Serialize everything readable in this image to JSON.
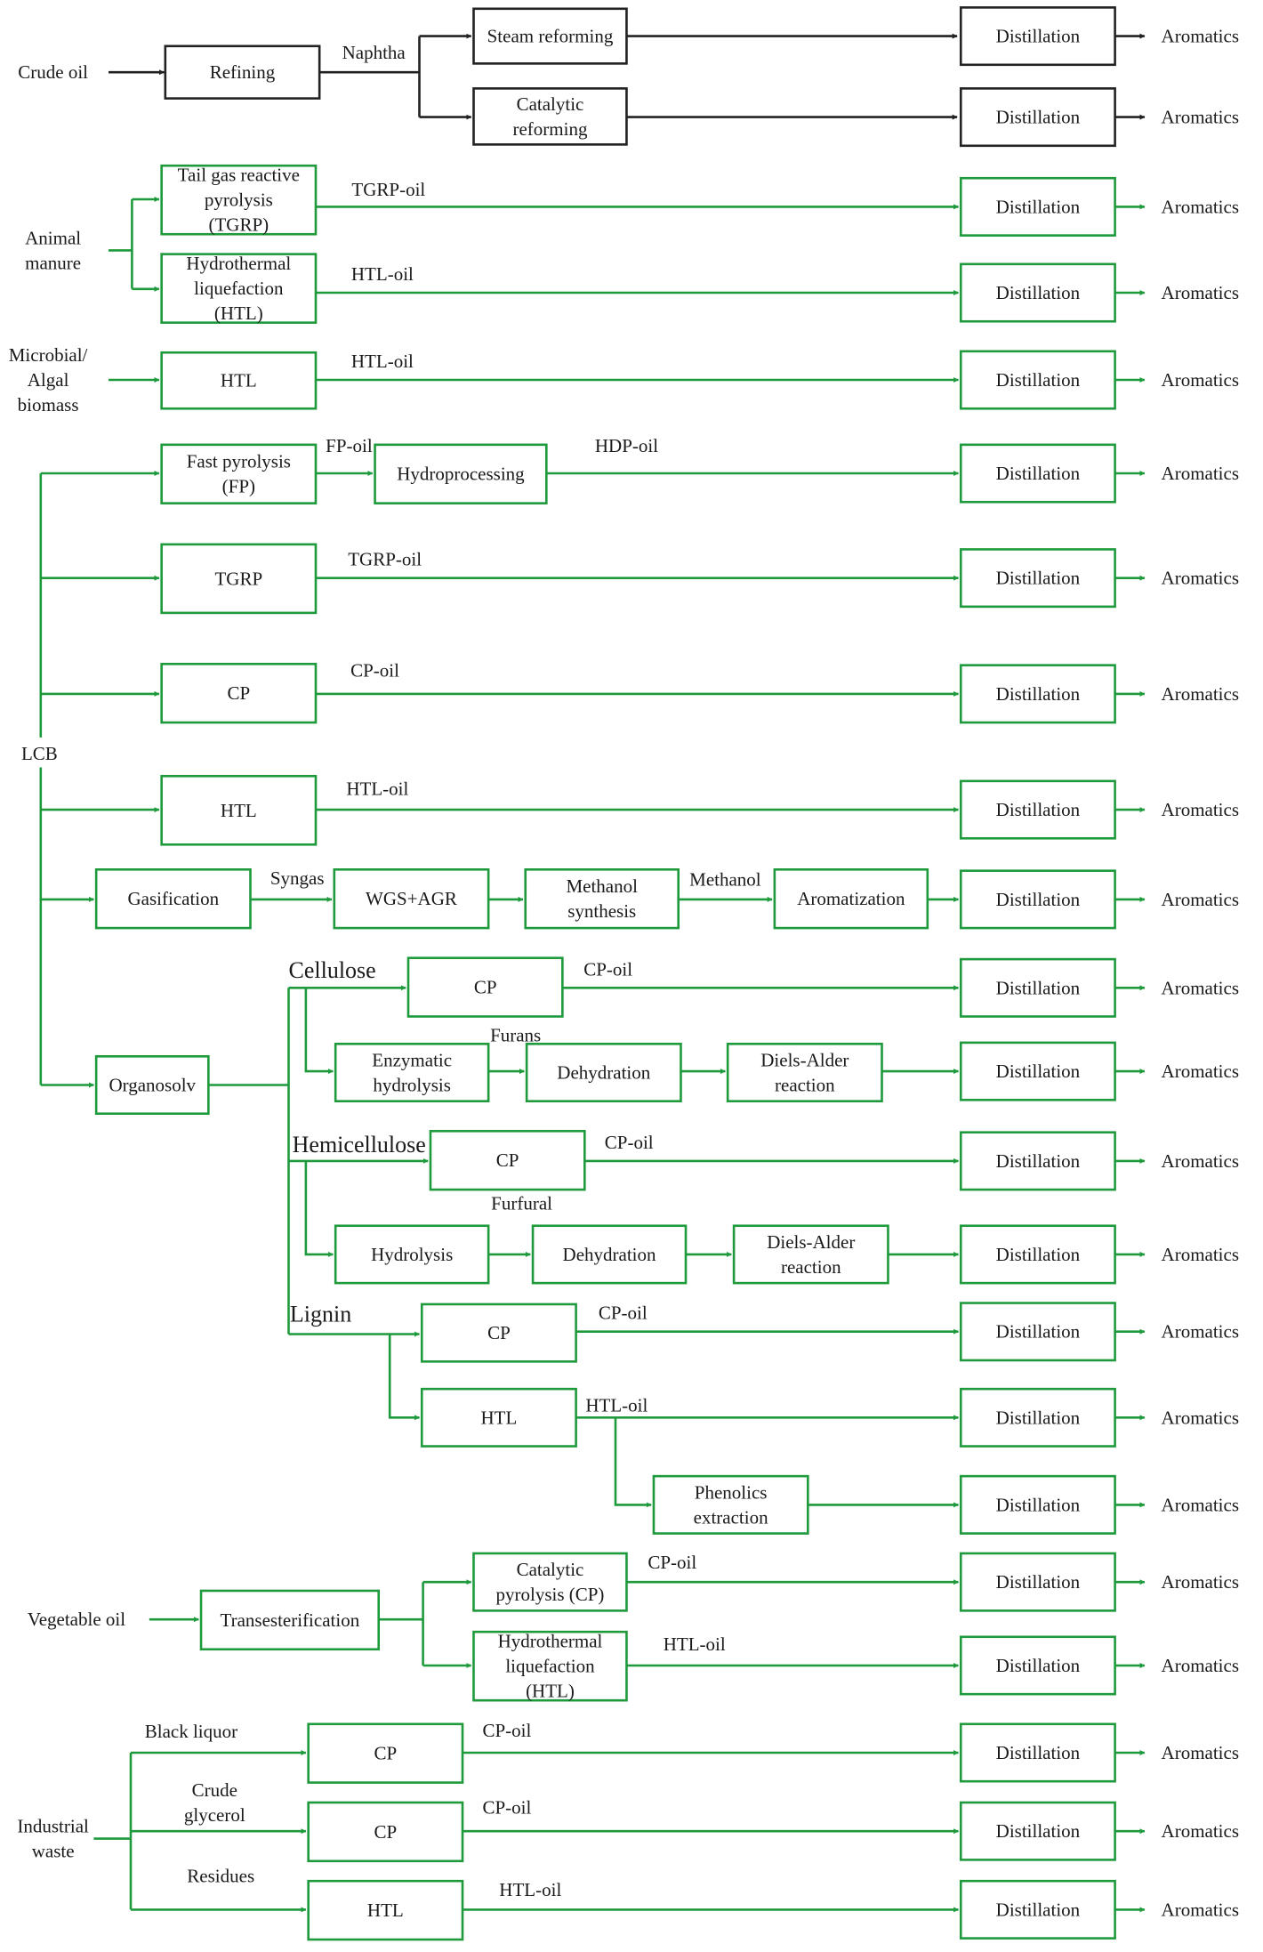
{
  "colors": {
    "green": "#1e9a3c",
    "black": "#222222"
  },
  "feedstocks": {
    "crude_oil": "Crude oil",
    "animal_manure": [
      "Animal",
      "manure"
    ],
    "microbial_algal": [
      "Microbial/",
      "Algal",
      "biomass"
    ],
    "lcb": "LCB",
    "vegetable_oil": "Vegetable oil",
    "industrial_waste": [
      "Industrial",
      "waste"
    ]
  },
  "fractions": {
    "cellulose": "Cellulose",
    "hemicellulose": "Hemicellulose",
    "lignin": "Lignin"
  },
  "processes": {
    "refining": [
      "Refining"
    ],
    "steam_reforming": [
      "Steam reforming"
    ],
    "catalytic_reforming": [
      "Catalytic",
      "reforming"
    ],
    "tgrp_full": [
      "Tail gas reactive",
      "pyrolysis",
      "(TGRP)"
    ],
    "htl_full": [
      "Hydrothermal",
      "liquefaction",
      "(HTL)"
    ],
    "htl": [
      "HTL"
    ],
    "fp_full": [
      "Fast pyrolysis",
      "(FP)"
    ],
    "hydroprocessing": [
      "Hydroprocessing"
    ],
    "tgrp": [
      "TGRP"
    ],
    "cp": [
      "CP"
    ],
    "gasification": [
      "Gasification"
    ],
    "wgs_agr": [
      "WGS+AGR"
    ],
    "methanol_synthesis": [
      "Methanol",
      "synthesis"
    ],
    "aromatization": [
      "Aromatization"
    ],
    "organosolv": [
      "Organosolv"
    ],
    "enzymatic_hydrolysis": [
      "Enzymatic",
      "hydrolysis"
    ],
    "dehydration": [
      "Dehydration"
    ],
    "diels_alder": [
      "Diels-Alder",
      "reaction"
    ],
    "hydrolysis": [
      "Hydrolysis"
    ],
    "phenolics_extraction": [
      "Phenolics",
      "extraction"
    ],
    "transesterification": [
      "Transesterification"
    ],
    "cp_full": [
      "Catalytic",
      "pyrolysis (CP)"
    ],
    "distillation": [
      "Distillation"
    ]
  },
  "streams": {
    "naphtha": "Naphtha",
    "tgrp_oil": "TGRP-oil",
    "htl_oil": "HTL-oil",
    "fp_oil": "FP-oil",
    "hdp_oil": "HDP-oil",
    "cp_oil": "CP-oil",
    "syngas": "Syngas",
    "methanol": "Methanol",
    "furans": "Furans",
    "furfural": "Furfural",
    "black_liquor": "Black liquor",
    "crude_glycerol": [
      "Crude",
      "glycerol"
    ],
    "residues": "Residues"
  },
  "product": "Aromatics"
}
